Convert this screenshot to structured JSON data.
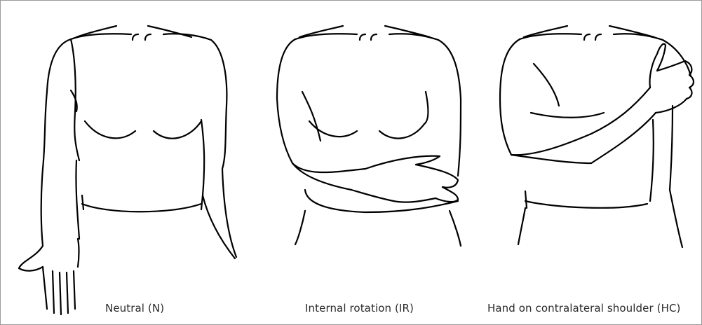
{
  "figure": {
    "panels": [
      {
        "id": "neutral",
        "caption": "Neutral (N)"
      },
      {
        "id": "internal-rotation",
        "caption": "Internal rotation (IR)"
      },
      {
        "id": "hand-contralateral",
        "caption": "Hand on contralateral shoulder (HC)"
      }
    ]
  }
}
